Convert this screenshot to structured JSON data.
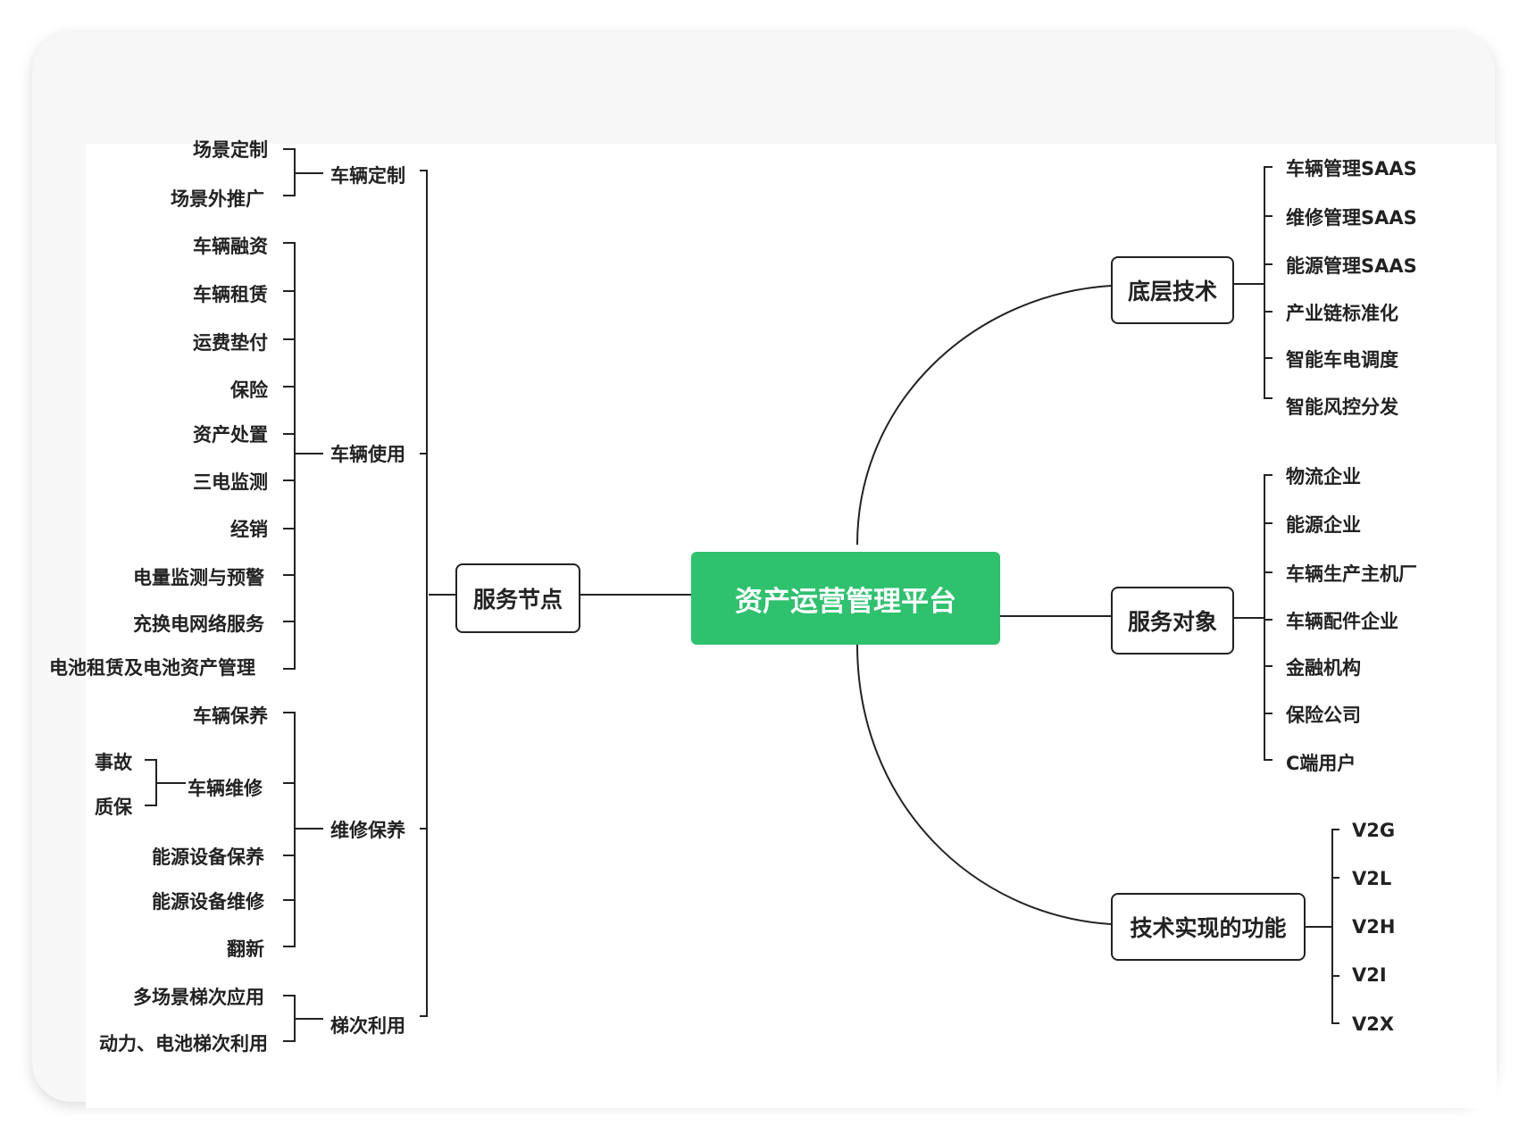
{
  "center": "资产运营管理平台",
  "left": {
    "service_node": "服务节点",
    "groups": [
      {
        "label": "车辆定制",
        "items": [
          "场景定制",
          "场景外推广"
        ]
      },
      {
        "label": "车辆使用",
        "items": [
          "车辆融资",
          "车辆租赁",
          "运费垫付",
          "保险",
          "资产处置",
          "三电监测",
          "经销",
          "电量监测与预警",
          "充换电网络服务",
          "电池租赁及电池资产管理"
        ]
      },
      {
        "label": "维修保养",
        "items": [
          "车辆保养",
          "车辆维修",
          "能源设备保养",
          "能源设备维修",
          "翻新"
        ],
        "sub": {
          "label": "车辆维修",
          "items": [
            "事故",
            "质保"
          ]
        }
      },
      {
        "label": "梯次利用",
        "items": [
          "多场景梯次应用",
          "动力、电池梯次利用"
        ]
      }
    ]
  },
  "right": [
    {
      "label": "底层技术",
      "items": [
        "车辆管理SAAS",
        "维修管理SAAS",
        "能源管理SAAS",
        "产业链标准化",
        "智能车电调度",
        "智能风控分发"
      ]
    },
    {
      "label": "服务对象",
      "items": [
        "物流企业",
        "能源企业",
        "车辆生产主机厂",
        "车辆配件企业",
        "金融机构",
        "保险公司",
        "C端用户"
      ]
    },
    {
      "label": "技术实现的功能",
      "items": [
        "V2G",
        "V2L",
        "V2H",
        "V2I",
        "V2X"
      ]
    }
  ]
}
